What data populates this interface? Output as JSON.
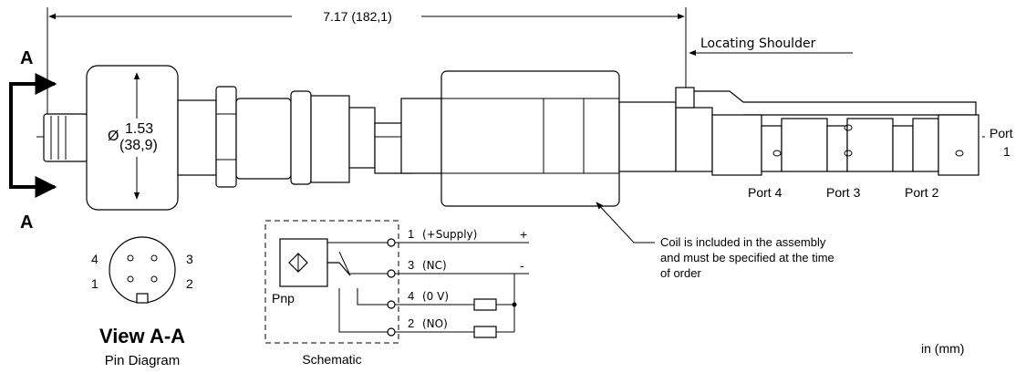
{
  "dimensions": {
    "overall_length": "7.17 (182,1)",
    "diameter_symbol": "Ø",
    "diameter_in": "1.53",
    "diameter_mm": "(38,9)"
  },
  "callouts": {
    "locating_shoulder": "Locating Shoulder",
    "coil_note_line1": "Coil is included in the assembly",
    "coil_note_line2": "and must be specified at the time",
    "coil_note_line3": "of order"
  },
  "section_markers": {
    "top": "A",
    "bottom": "A"
  },
  "ports": {
    "port1_line1": "Port",
    "port1_line2": "1",
    "port2": "Port 2",
    "port3": "Port 3",
    "port4": "Port 4"
  },
  "pin_diagram": {
    "pin4": "4",
    "pin3": "3",
    "pin1": "1",
    "pin2": "2",
    "title": "View A-A",
    "subtitle": "Pin Diagram"
  },
  "schematic": {
    "pins": [
      {
        "num": "1",
        "label": "(+Supply)"
      },
      {
        "num": "3",
        "label": "(NC)"
      },
      {
        "num": "4",
        "label": "(0 V)"
      },
      {
        "num": "2",
        "label": "(NO)"
      }
    ],
    "plus": "+",
    "minus": "-",
    "pnp": "Pnp",
    "caption": "Schematic"
  },
  "units": "in (mm)"
}
